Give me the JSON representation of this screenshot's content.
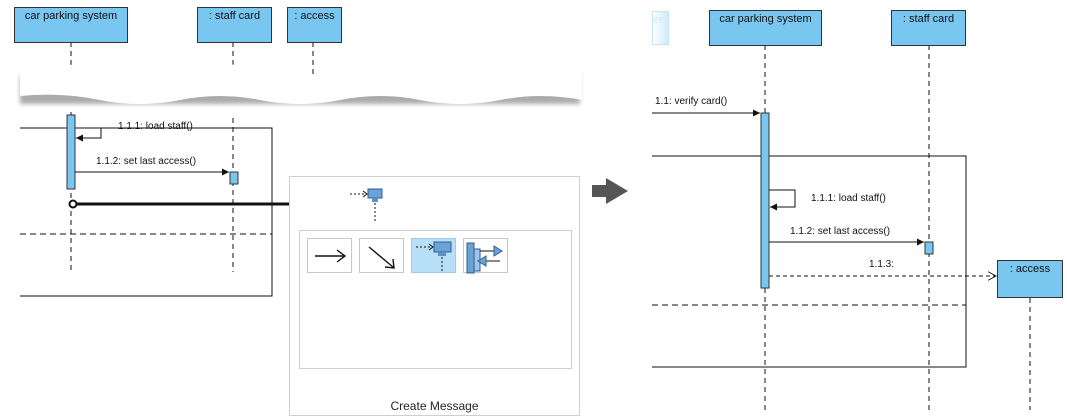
{
  "left_panel": {
    "lifelines": {
      "car_parking_system": "car parking system",
      "staff_card": ": staff card",
      "access": ": access"
    },
    "messages": {
      "load_staff": "1.1.1: load staff()",
      "set_last_access": "1.1.2: set last access()"
    }
  },
  "popup": {
    "caption": "Create Message",
    "tools": [
      {
        "icon": "arrow-right-icon",
        "selected": false
      },
      {
        "icon": "arrow-diagonal-icon",
        "selected": false
      },
      {
        "icon": "create-message-icon",
        "selected": true
      },
      {
        "icon": "reply-message-icon",
        "selected": false
      }
    ]
  },
  "right_panel": {
    "lifelines": {
      "faded": "er",
      "car_parking_system": "car parking system",
      "staff_card": ": staff card",
      "access": ": access"
    },
    "messages": {
      "verify_card": "1.1: verify card()",
      "load_staff": "1.1.1: load staff()",
      "set_last_access": "1.1.2: set last access()",
      "create_access": "1.1.3:"
    }
  },
  "colors": {
    "lifeline_fill": "#79c7f0",
    "activation_fill": "#79c7f0",
    "line": "#111111",
    "transition_arrow": "#555555"
  }
}
